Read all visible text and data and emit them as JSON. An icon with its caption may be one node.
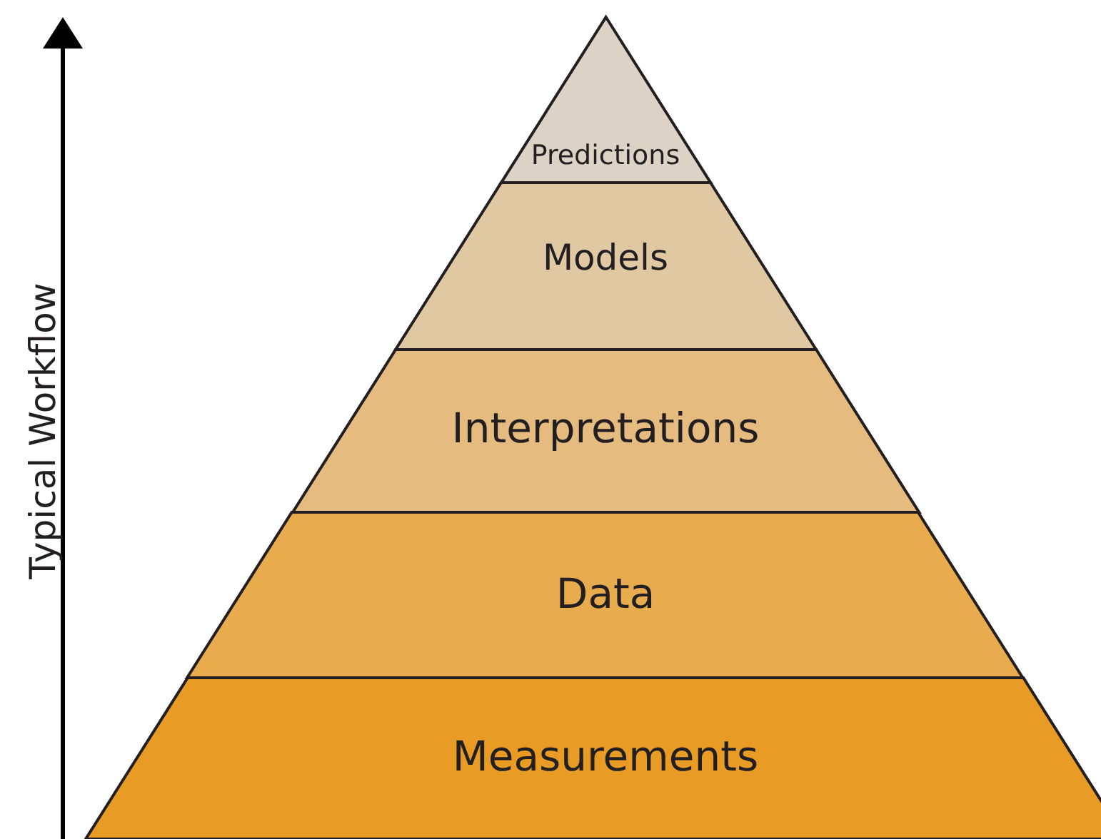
{
  "diagram": {
    "nodes": [
      {
        "text": [
          "Predictions"
        ]
      },
      {
        "text": [
          "Models"
        ]
      },
      {
        "text": [
          "Interpretations"
        ]
      },
      {
        "text": [
          "Data"
        ]
      },
      {
        "text": [
          "Measurements"
        ]
      }
    ],
    "edges": [],
    "labels": [
      "Typical Workflow"
    ]
  }
}
